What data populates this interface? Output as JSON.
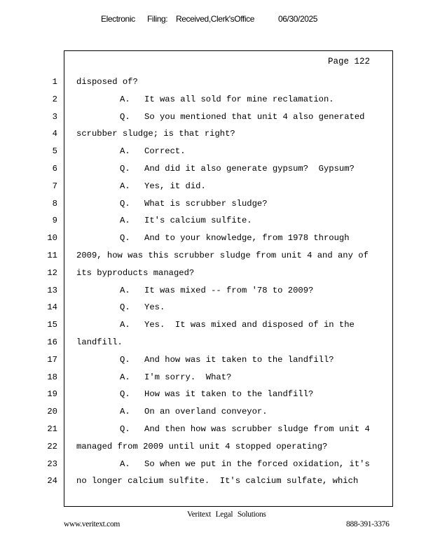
{
  "header": {
    "parts": [
      "Electronic",
      "Filing:",
      "Received,Clerk'sOffice",
      "06/30/2025"
    ]
  },
  "page_label": "Page 122",
  "lines": [
    {
      "n": "1",
      "speaker": "",
      "text": "disposed of?"
    },
    {
      "n": "2",
      "speaker": "A.",
      "text": "It was all sold for mine reclamation."
    },
    {
      "n": "3",
      "speaker": "Q.",
      "text": "So you mentioned that unit 4 also generated"
    },
    {
      "n": "4",
      "speaker": "",
      "text": "scrubber sludge; is that right?"
    },
    {
      "n": "5",
      "speaker": "A.",
      "text": "Correct."
    },
    {
      "n": "6",
      "speaker": "Q.",
      "text": "And did it also generate gypsum?  Gypsum?"
    },
    {
      "n": "7",
      "speaker": "A.",
      "text": "Yes, it did."
    },
    {
      "n": "8",
      "speaker": "Q.",
      "text": "What is scrubber sludge?"
    },
    {
      "n": "9",
      "speaker": "A.",
      "text": "It's calcium sulfite."
    },
    {
      "n": "10",
      "speaker": "Q.",
      "text": "And to your knowledge, from 1978 through"
    },
    {
      "n": "11",
      "speaker": "",
      "text": "2009, how was this scrubber sludge from unit 4 and any of"
    },
    {
      "n": "12",
      "speaker": "",
      "text": "its byproducts managed?"
    },
    {
      "n": "13",
      "speaker": "A.",
      "text": "It was mixed -- from '78 to 2009?"
    },
    {
      "n": "14",
      "speaker": "Q.",
      "text": "Yes."
    },
    {
      "n": "15",
      "speaker": "A.",
      "text": "Yes.  It was mixed and disposed of in the"
    },
    {
      "n": "16",
      "speaker": "",
      "text": "landfill."
    },
    {
      "n": "17",
      "speaker": "Q.",
      "text": "And how was it taken to the landfill?"
    },
    {
      "n": "18",
      "speaker": "A.",
      "text": "I'm sorry.  What?"
    },
    {
      "n": "19",
      "speaker": "Q.",
      "text": "How was it taken to the landfill?"
    },
    {
      "n": "20",
      "speaker": "A.",
      "text": "On an overland conveyor."
    },
    {
      "n": "21",
      "speaker": "Q.",
      "text": "And then how was scrubber sludge from unit 4"
    },
    {
      "n": "22",
      "speaker": "",
      "text": "managed from 2009 until unit 4 stopped operating?"
    },
    {
      "n": "23",
      "speaker": "A.",
      "text": "So when we put in the forced oxidation, it's"
    },
    {
      "n": "24",
      "speaker": "",
      "text": "no longer calcium sulfite.  It's calcium sulfate, which"
    }
  ],
  "footer": {
    "company": "Veritext   Legal   Solutions",
    "website": "www.veritext.com",
    "phone": "888-391-3376"
  }
}
